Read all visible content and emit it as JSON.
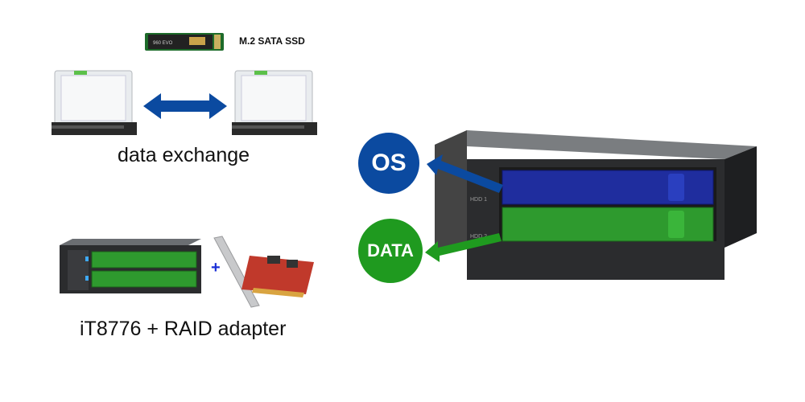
{
  "ssd": {
    "label": "M.2 SATA SSD",
    "chip_text": "960 EVO"
  },
  "exchange": {
    "caption": "data exchange",
    "arrow_color": "#0b4aa0"
  },
  "raid": {
    "caption": "iT8776 + RAID adapter",
    "plus": "+",
    "plus_color": "#1a2fd6"
  },
  "enclosure": {
    "bay_top_label": "HDD 1",
    "bay_bottom_label": "HDD 2",
    "bay_top_color": "#1f2d9e",
    "bay_bottom_color": "#2e9a2e"
  },
  "badges": {
    "os": {
      "label": "OS",
      "color": "#0b4aa0"
    },
    "data": {
      "label": "DATA",
      "color": "#1f9a1f"
    }
  }
}
